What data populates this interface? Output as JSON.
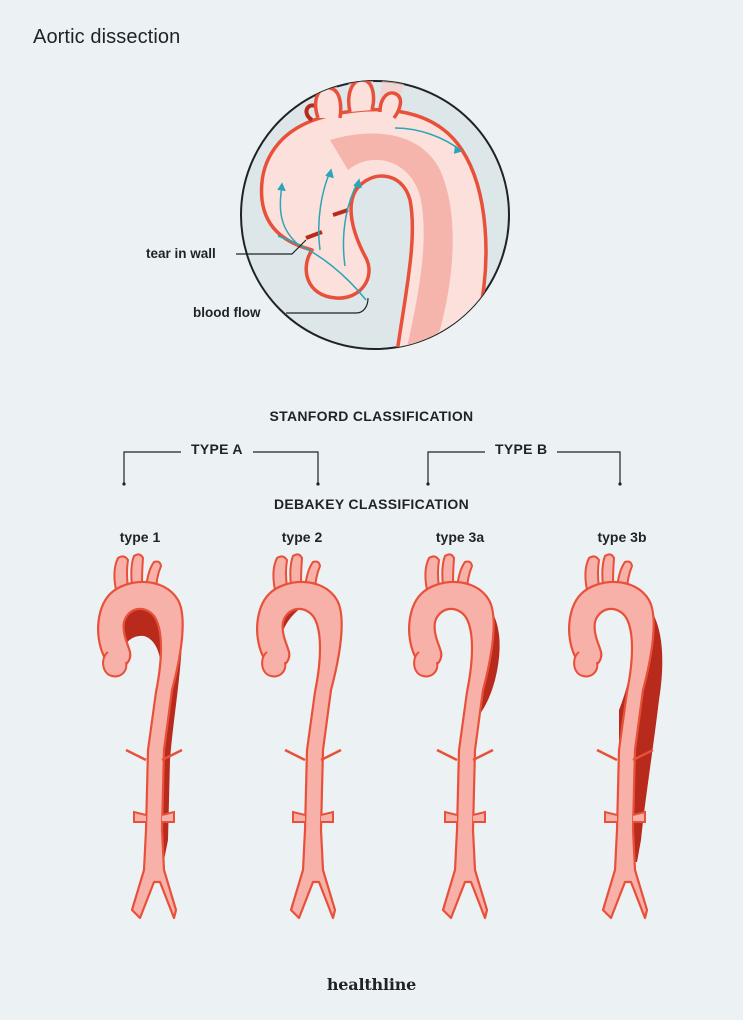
{
  "title": "Aortic dissection",
  "callouts": {
    "tear": "tear in wall",
    "flow": "blood flow"
  },
  "stanford": {
    "heading": "STANFORD CLASSIFICATION",
    "type_a": "TYPE A",
    "type_b": "TYPE B"
  },
  "debakey": {
    "heading": "DEBAKEY CLASSIFICATION",
    "types": [
      "type 1",
      "type 2",
      "type 3a",
      "type 3b"
    ]
  },
  "brand": "healthline",
  "colors": {
    "background": "#ecf2f4",
    "vessel_fill": "#f7b1a8",
    "vessel_outline": "#e8503a",
    "dissection": "#b82a1c",
    "blood_flow_arrow": "#2aa6b8"
  }
}
